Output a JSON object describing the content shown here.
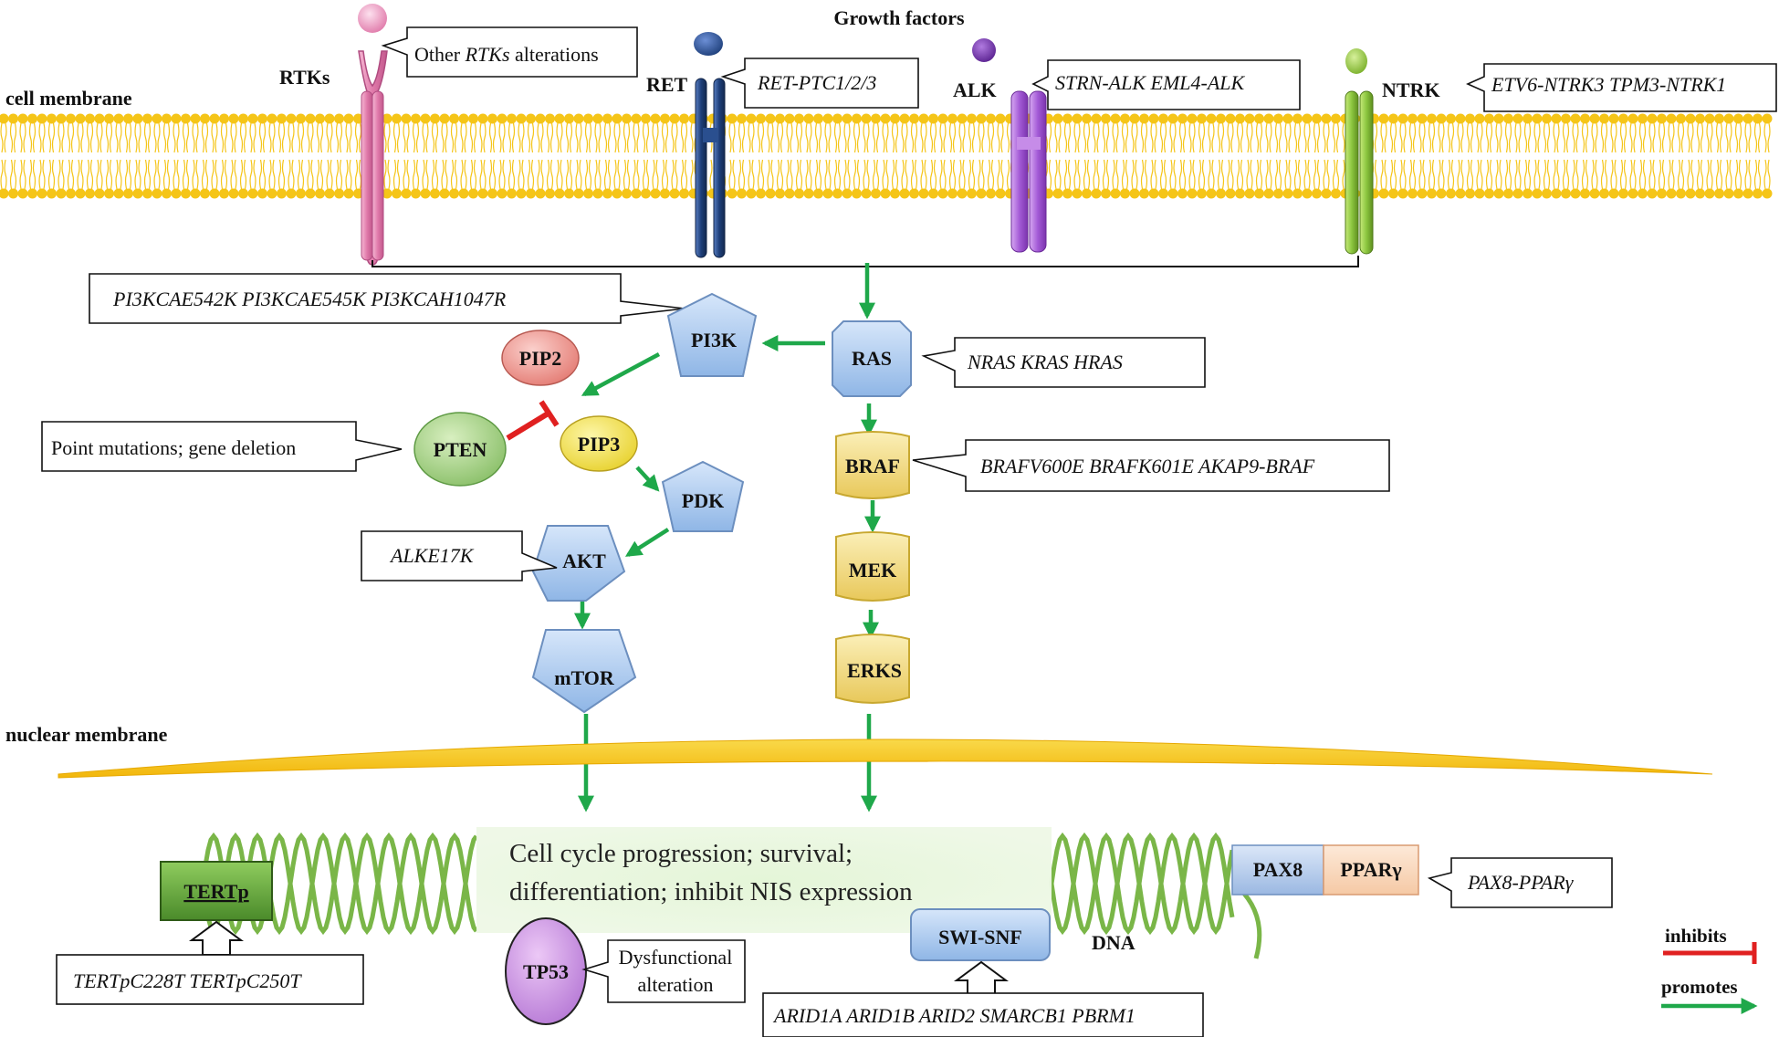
{
  "labels": {
    "growth_factors": "Growth factors",
    "cell_membrane": "cell membrane",
    "nuclear_membrane": "nuclear membrane",
    "dna": "DNA",
    "legend_inhibits": "inhibits",
    "legend_promotes": "promotes"
  },
  "receptors": {
    "rtks": "RTKs",
    "ret": "RET",
    "alk": "ALK",
    "ntrk": "NTRK"
  },
  "callouts": {
    "rtks_prefix": "Other ",
    "rtks_italic": "RTKs",
    "rtks_suffix": " alterations",
    "ret": "RET-PTC1/2/3",
    "alk": "STRN-ALK EML4-ALK",
    "ntrk": "ETV6-NTRK3 TPM3-NTRK1",
    "pi3k": "PI3KCAE542K  PI3KCAE545K  PI3KCAH1047R",
    "ras": "NRAS KRAS HRAS",
    "pten": "Point mutations; gene deletion",
    "braf": "BRAFV600E BRAFK601E AKAP9-BRAF",
    "akt": "ALKE17K",
    "tertp": "TERTpC228T  TERTpC250T",
    "tp53_line1": "Dysfunctional",
    "tp53_line2": "alteration",
    "swisnf": "ARID1A ARID1B ARID2 SMARCB1 PBRM1",
    "pax8": "PAX8-PPARγ"
  },
  "nodes": {
    "pi3k": "PI3K",
    "ras": "RAS",
    "pip2": "PIP2",
    "pip3": "PIP3",
    "pten": "PTEN",
    "pdk": "PDK",
    "akt": "AKT",
    "mtor": "mTOR",
    "braf": "BRAF",
    "mek": "MEK",
    "erks": "ERKS",
    "tertp": "TERTp",
    "tp53": "TP53",
    "swisnf": "SWI-SNF",
    "pax8": "PAX8",
    "ppar": "PPARγ"
  },
  "outcome": {
    "line1": "Cell cycle progression; survival;",
    "line2": "differentiation; inhibit NIS expression"
  },
  "colors": {
    "membrane": "#f5c518",
    "promotes": "#1fa84a",
    "inhibits": "#e02020",
    "rtk": "#e88fb8",
    "ret": "#2a4f8f",
    "alk": "#a566d8",
    "ntrk": "#8cc63f",
    "blue_node": "#a9c8ee",
    "yellow_node": "#f3de8a",
    "dna": "#7ab648"
  }
}
